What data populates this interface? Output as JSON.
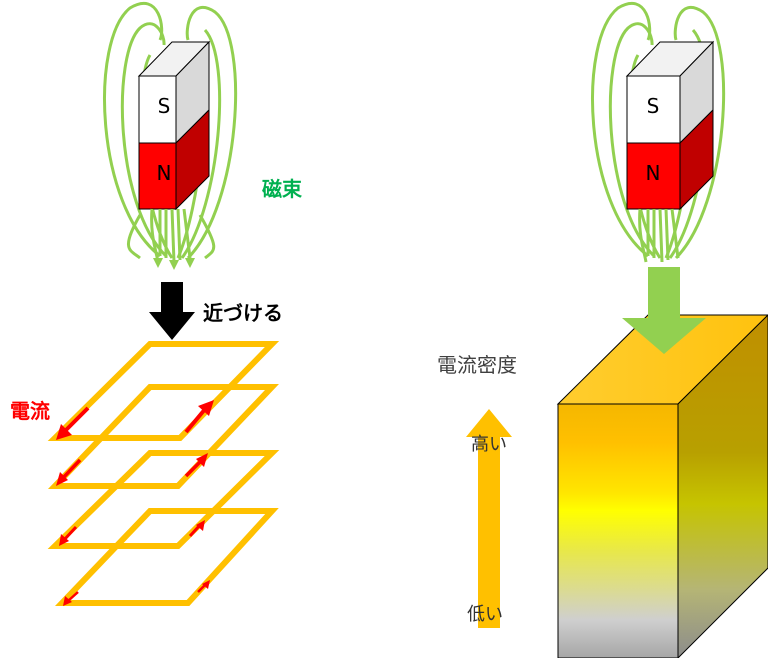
{
  "left_magnet": {
    "south_label": "S",
    "north_label": "N"
  },
  "right_magnet": {
    "south_label": "S",
    "north_label": "N"
  },
  "flux_label": "磁束",
  "approach_label": "近づける",
  "current_label": "電流",
  "density_title": "電流密度",
  "density_high": "高い",
  "density_low": "低い",
  "colors": {
    "flux": "#92d050",
    "magnet_red": "#ff0000",
    "magnet_red_side": "#c00000",
    "magnet_white": "#ffffff",
    "magnet_gray": "#d9d9d9",
    "loop": "#ffc000",
    "current_arrow": "#ff0000",
    "current_label": "#ff0000",
    "flux_label": "#00b050",
    "black_arrow": "#000000",
    "density_arrow": "#ffc000"
  }
}
